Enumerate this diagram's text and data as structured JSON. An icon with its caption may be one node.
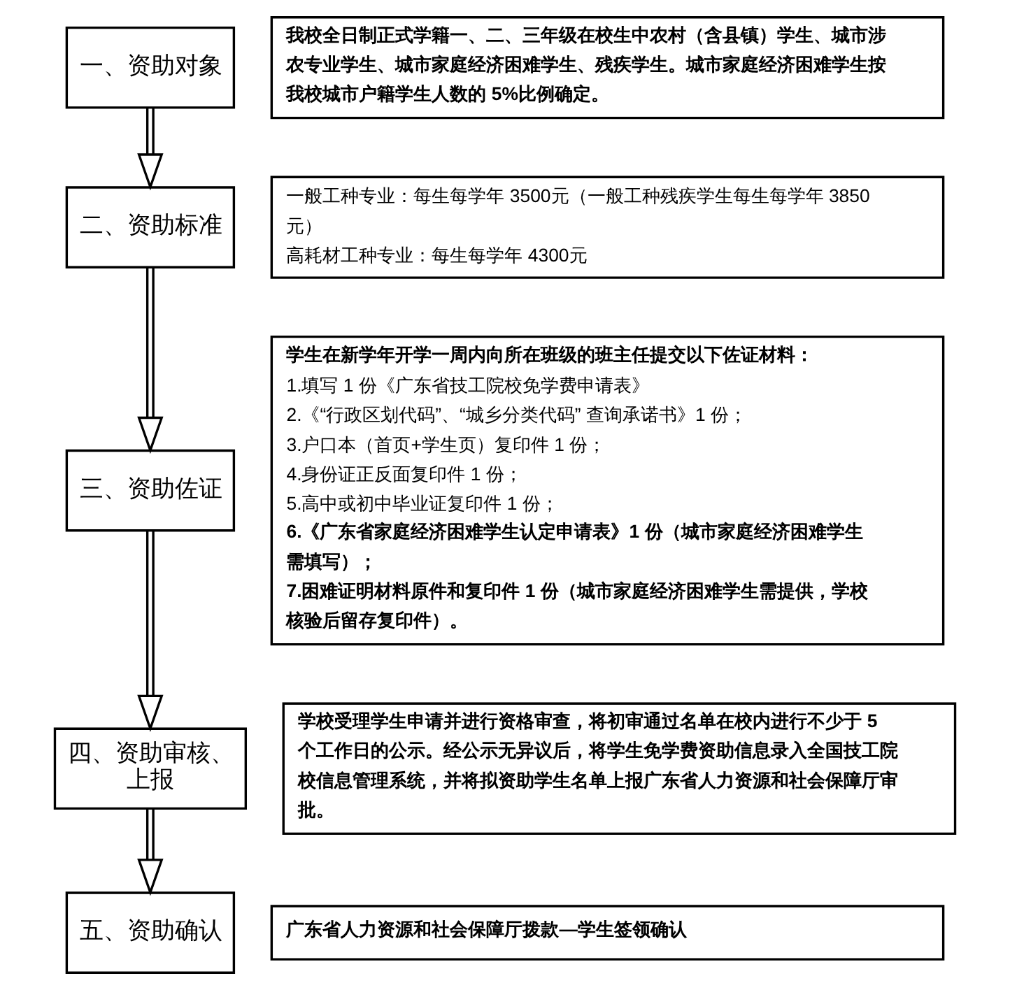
{
  "diagram": {
    "nodes": [
      {
        "text": [
          "一、资助对象"
        ]
      },
      {
        "text": [
          "我校全日制正式学籍一、二、三年级在校生中农村（含县镇）学生、城市涉农专业学生、城市家庭经济困难学生、残疾学生。城市家庭经济困难学生按我校城市户籍学生人数的 5%比例确定。"
        ]
      },
      {
        "text": [
          "二、资助标准"
        ]
      },
      {
        "text": [
          "一般工种专业：每生每学年 3500元（一般工种残疾学生每生每学年 3850元）",
          "高耗材工种专业：每生每学年 4300元"
        ]
      },
      {
        "text": [
          "三、资助佐证"
        ]
      },
      {
        "text": [
          "学生在新学年开学一周内向所在班级的班主任提交以下佐证材料：",
          "1.填写 1 份《广东省技工院校免学费申请表》",
          "2.《“行政区划代码”、“城乡分类代码” 查询承诺书》1 份；",
          "3.户口本（首页+学生页）复印件 1 份；",
          "4.身份证正反面复印件 1 份；",
          "5.高中或初中毕业证复印件 1 份；",
          "6.《广东省家庭经济困难学生认定申请表》1 份（城市家庭经济困难学生需填写）；",
          "7.困难证明材料原件和复印件 1 份（城市家庭经济困难学生需提供，学校核验后留存复印件）。"
        ]
      },
      {
        "text": [
          "四、资助审核、上报"
        ]
      },
      {
        "text": [
          "学校受理学生申请并进行资格审查，将初审通过名单在校内进行不少于 5个工作日的公示。经公示无异议后，将学生免学费资助信息录入全国技工院校信息管理系统，并将拟资助学生名单上报广东省人力资源和社会保障厅审批。"
        ]
      },
      {
        "text": [
          "五、资助确认"
        ]
      },
      {
        "text": [
          "广东省人力资源和社会保障厅拨款—学生签领确认"
        ]
      }
    ],
    "edges": [
      {
        "from": 0,
        "to": 2,
        "arrow": "to"
      },
      {
        "from": 2,
        "to": 4,
        "arrow": "to"
      },
      {
        "from": 4,
        "to": 6,
        "arrow": "to"
      },
      {
        "from": 6,
        "to": 8,
        "arrow": "to"
      }
    ]
  }
}
